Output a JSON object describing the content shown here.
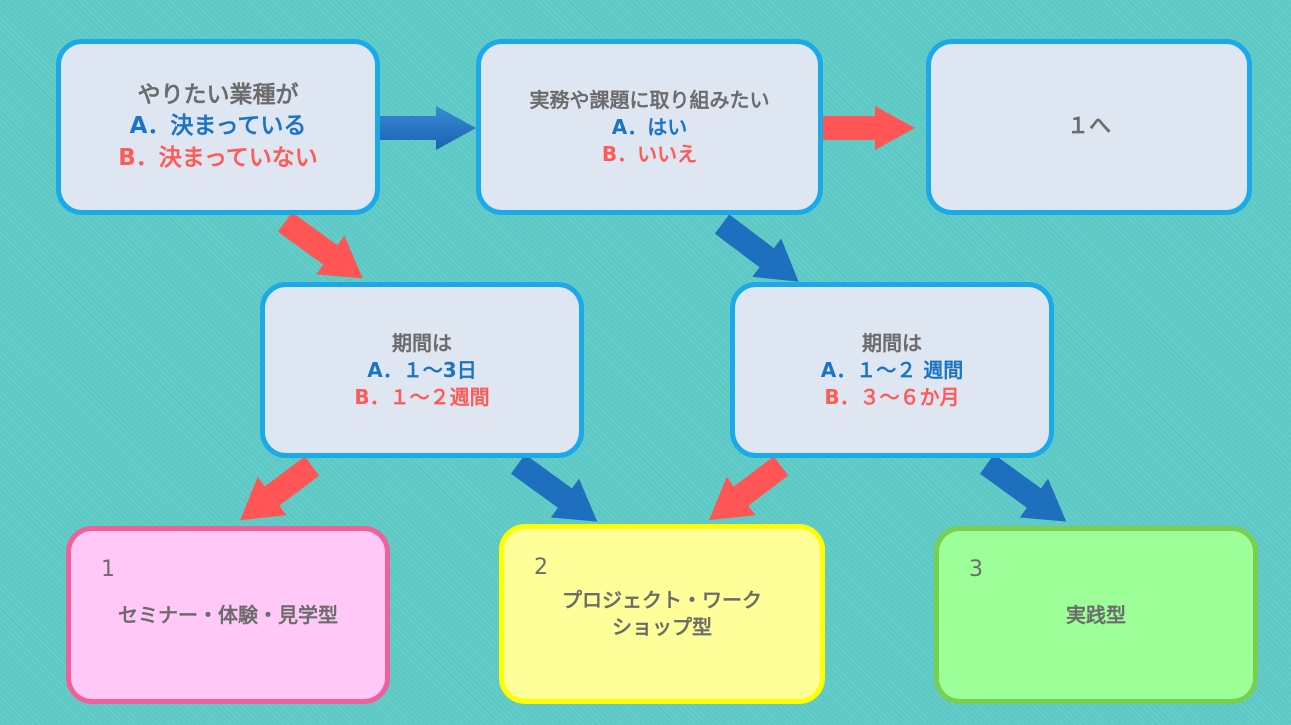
{
  "q1": {
    "title": "やりたい業種が",
    "a": "A．決まっている",
    "b": "B．決まっていない"
  },
  "q2": {
    "title": "実務や課題に取り組みたい",
    "a": "A．はい",
    "b": "B．いいえ"
  },
  "q3": {
    "text": "１へ"
  },
  "q4": {
    "title": "期間は",
    "a": "A．１～3日",
    "b": "B．１～２週間"
  },
  "q5": {
    "title": "期間は",
    "a": "A．１～２ 週間",
    "b": "B．３～６か月"
  },
  "r1": {
    "num": "1",
    "label": "セミナー・体験・見学型"
  },
  "r2": {
    "num": "2",
    "label_line1": "プロジェクト・ワーク",
    "label_line2": "ショップ型"
  },
  "r3": {
    "num": "3",
    "label": "実践型"
  },
  "colors": {
    "background": "#5cc9c4",
    "question_fill": "#dde6f1",
    "question_border": "#1ba9e8",
    "answer_a": "#1d74c4",
    "answer_b": "#ff5a58",
    "arrow_blue": "#1f6fbf",
    "arrow_red": "#ff5555"
  }
}
